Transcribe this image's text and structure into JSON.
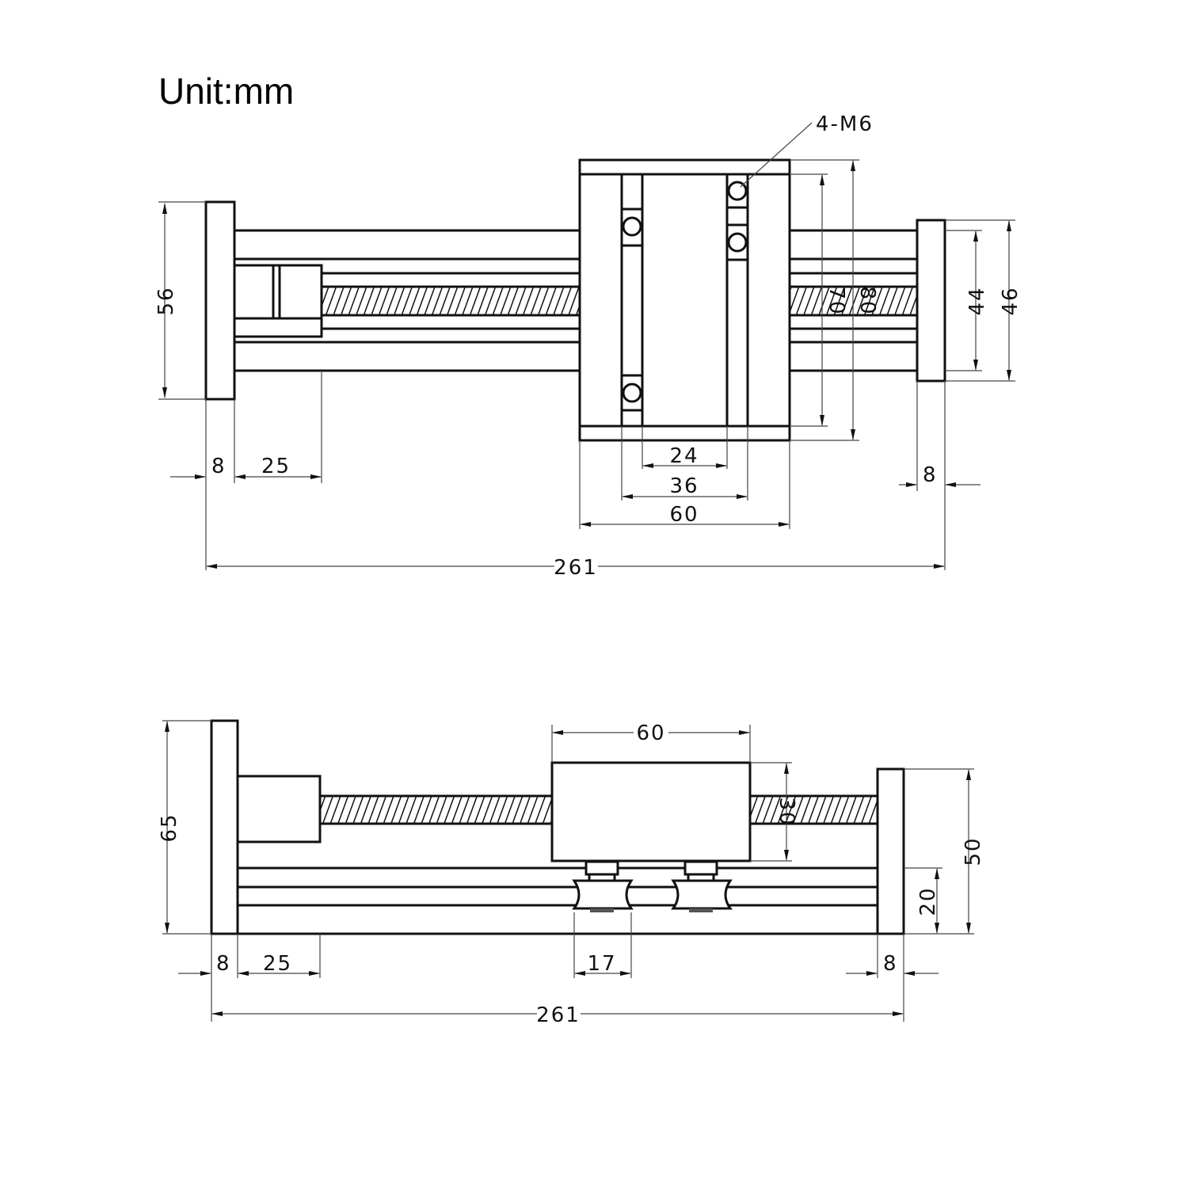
{
  "unit_label": "Unit:mm",
  "top_view": {
    "callout": "4-M6",
    "dims": {
      "plate_height_left": "56",
      "plate_width_left": "8",
      "motor_length": "25",
      "inner_24": "24",
      "inner_36": "36",
      "carriage_width": "60",
      "total_length": "261",
      "carriage_70": "70",
      "carriage_80": "80",
      "right_44": "44",
      "right_46": "46",
      "plate_width_right": "8"
    }
  },
  "side_view": {
    "dims": {
      "height_left": "65",
      "plate_width_left": "8",
      "motor_length": "25",
      "carriage_width": "60",
      "carriage_height": "30",
      "wheel_spacing": "17",
      "rail_20": "20",
      "height_right": "50",
      "plate_width_right": "8",
      "total_length": "261"
    }
  }
}
